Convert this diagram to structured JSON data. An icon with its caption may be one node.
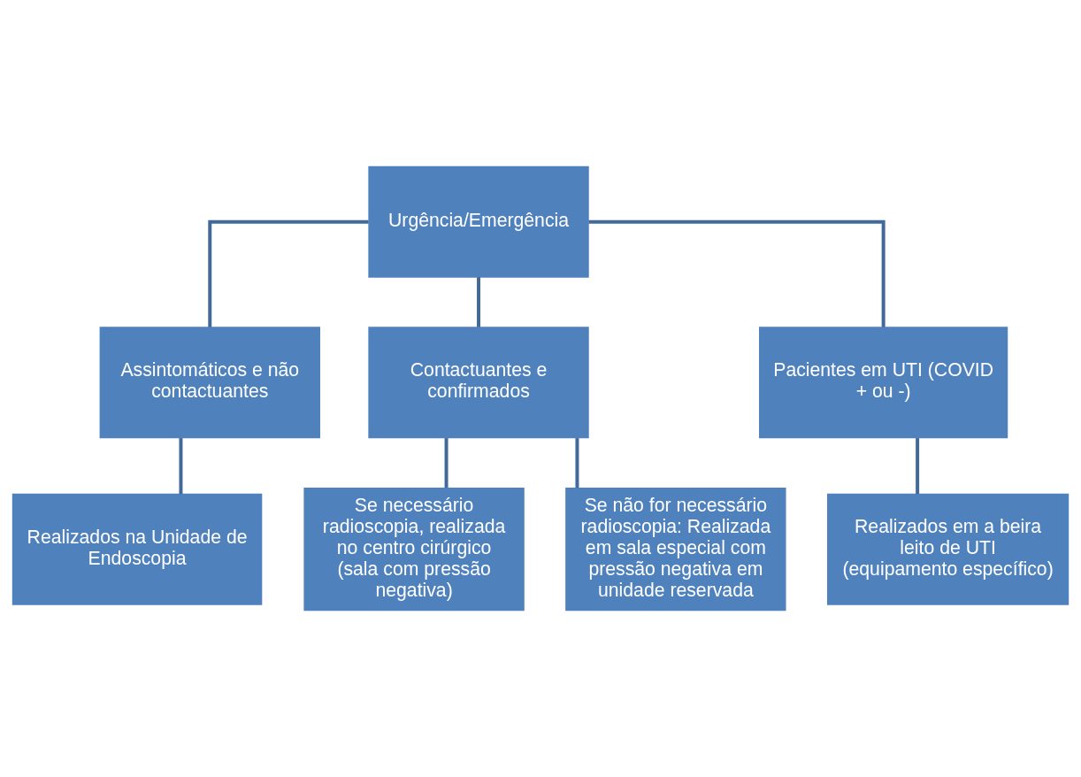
{
  "diagram": {
    "nodes": [
      {
        "text": [
          "Urgência/Emergência"
        ]
      },
      {
        "text": [
          "Assintomáticos e não contactuantes"
        ]
      },
      {
        "text": [
          "Contactuantes e confirmados"
        ]
      },
      {
        "text": [
          "Pacientes em UTI (COVID + ou -)"
        ]
      },
      {
        "text": [
          "Realizados na Unidade de Endoscopia"
        ]
      },
      {
        "text": [
          "Se necessário radioscopia, realizada no centro cirúrgico (sala com pressão negativa)"
        ]
      },
      {
        "text": [
          "Se não for necessário radioscopia: Realizada em sala especial com pressão negativa em unidade reservada"
        ]
      },
      {
        "text": [
          "Realizados em a beira leito de UTI (equipamento específico)"
        ]
      }
    ],
    "edges": [
      {
        "from": 0,
        "to": 1,
        "arrow": "none"
      },
      {
        "from": 0,
        "to": 2,
        "arrow": "none"
      },
      {
        "from": 0,
        "to": 3,
        "arrow": "none"
      },
      {
        "from": 1,
        "to": 4,
        "arrow": "none"
      },
      {
        "from": 2,
        "to": 5,
        "arrow": "none"
      },
      {
        "from": 2,
        "to": 6,
        "arrow": "none"
      },
      {
        "from": 3,
        "to": 7,
        "arrow": "none"
      }
    ]
  }
}
